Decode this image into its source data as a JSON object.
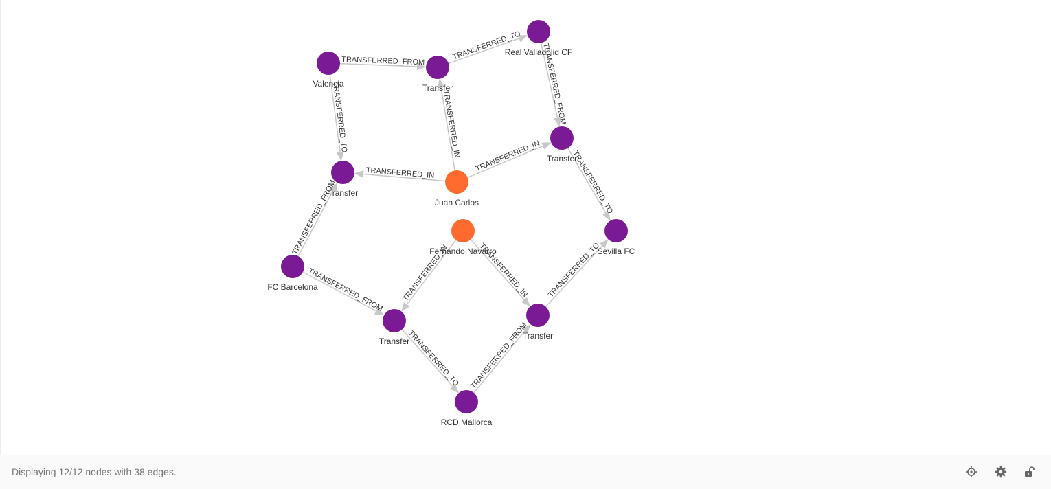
{
  "colors": {
    "transfer_node": "#7a1a94",
    "person_node": "#ff6b2e",
    "edge": "#c8c8c8",
    "text": "#333333"
  },
  "graph": {
    "nodes": [
      {
        "id": "valencia",
        "label": "Valencia",
        "kind": "club"
      },
      {
        "id": "t1",
        "label": "Transfer",
        "kind": "transfer"
      },
      {
        "id": "valladolid",
        "label": "Real Valladolid CF",
        "kind": "club"
      },
      {
        "id": "t2",
        "label": "Transfer",
        "kind": "transfer"
      },
      {
        "id": "t3",
        "label": "Transfer",
        "kind": "transfer"
      },
      {
        "id": "juan",
        "label": "Juan Carlos",
        "kind": "person"
      },
      {
        "id": "fernando",
        "label": "Fernando Navarro",
        "kind": "person"
      },
      {
        "id": "sevilla",
        "label": "Sevilla FC",
        "kind": "club"
      },
      {
        "id": "barcelona",
        "label": "FC Barcelona",
        "kind": "club"
      },
      {
        "id": "t4",
        "label": "Transfer",
        "kind": "transfer"
      },
      {
        "id": "t5",
        "label": "Transfer",
        "kind": "transfer"
      },
      {
        "id": "mallorca",
        "label": "RCD Mallorca",
        "kind": "club"
      }
    ],
    "edges": [
      {
        "from": "valencia",
        "to": "t1",
        "label": "TRANSFERRED_FROM"
      },
      {
        "from": "t1",
        "to": "valladolid",
        "label": "TRANSFERRED_TO"
      },
      {
        "from": "valladolid",
        "to": "t2",
        "label": "TRANSFERRED_FROM"
      },
      {
        "from": "valencia",
        "to": "t3",
        "label": "TRANSFERRED_TO"
      },
      {
        "from": "juan",
        "to": "t1",
        "label": "TRANSFERRED_IN"
      },
      {
        "from": "juan",
        "to": "t3",
        "label": "TRANSFERRED_IN"
      },
      {
        "from": "juan",
        "to": "t2",
        "label": "TRANSFERRED_IN"
      },
      {
        "from": "t2",
        "to": "sevilla",
        "label": "TRANSFERRED_TO"
      },
      {
        "from": "barcelona",
        "to": "t3",
        "label": "TRANSFERRED_FROM"
      },
      {
        "from": "barcelona",
        "to": "t4",
        "label": "TRANSFERRED_FROM"
      },
      {
        "from": "fernando",
        "to": "t4",
        "label": "TRANSFERRED_IN"
      },
      {
        "from": "fernando",
        "to": "t5",
        "label": "TRANSFERRED_IN"
      },
      {
        "from": "t5",
        "to": "sevilla",
        "label": "TRANSFERRED_TO"
      },
      {
        "from": "t4",
        "to": "mallorca",
        "label": "TRANSFERRED_TO"
      },
      {
        "from": "mallorca",
        "to": "t5",
        "label": "TRANSFERRED_FROM"
      }
    ]
  },
  "footer": {
    "status": "Displaying 12/12 nodes with 38 edges.",
    "icons": [
      "crosshair-icon",
      "gear-icon",
      "unlock-icon"
    ]
  }
}
